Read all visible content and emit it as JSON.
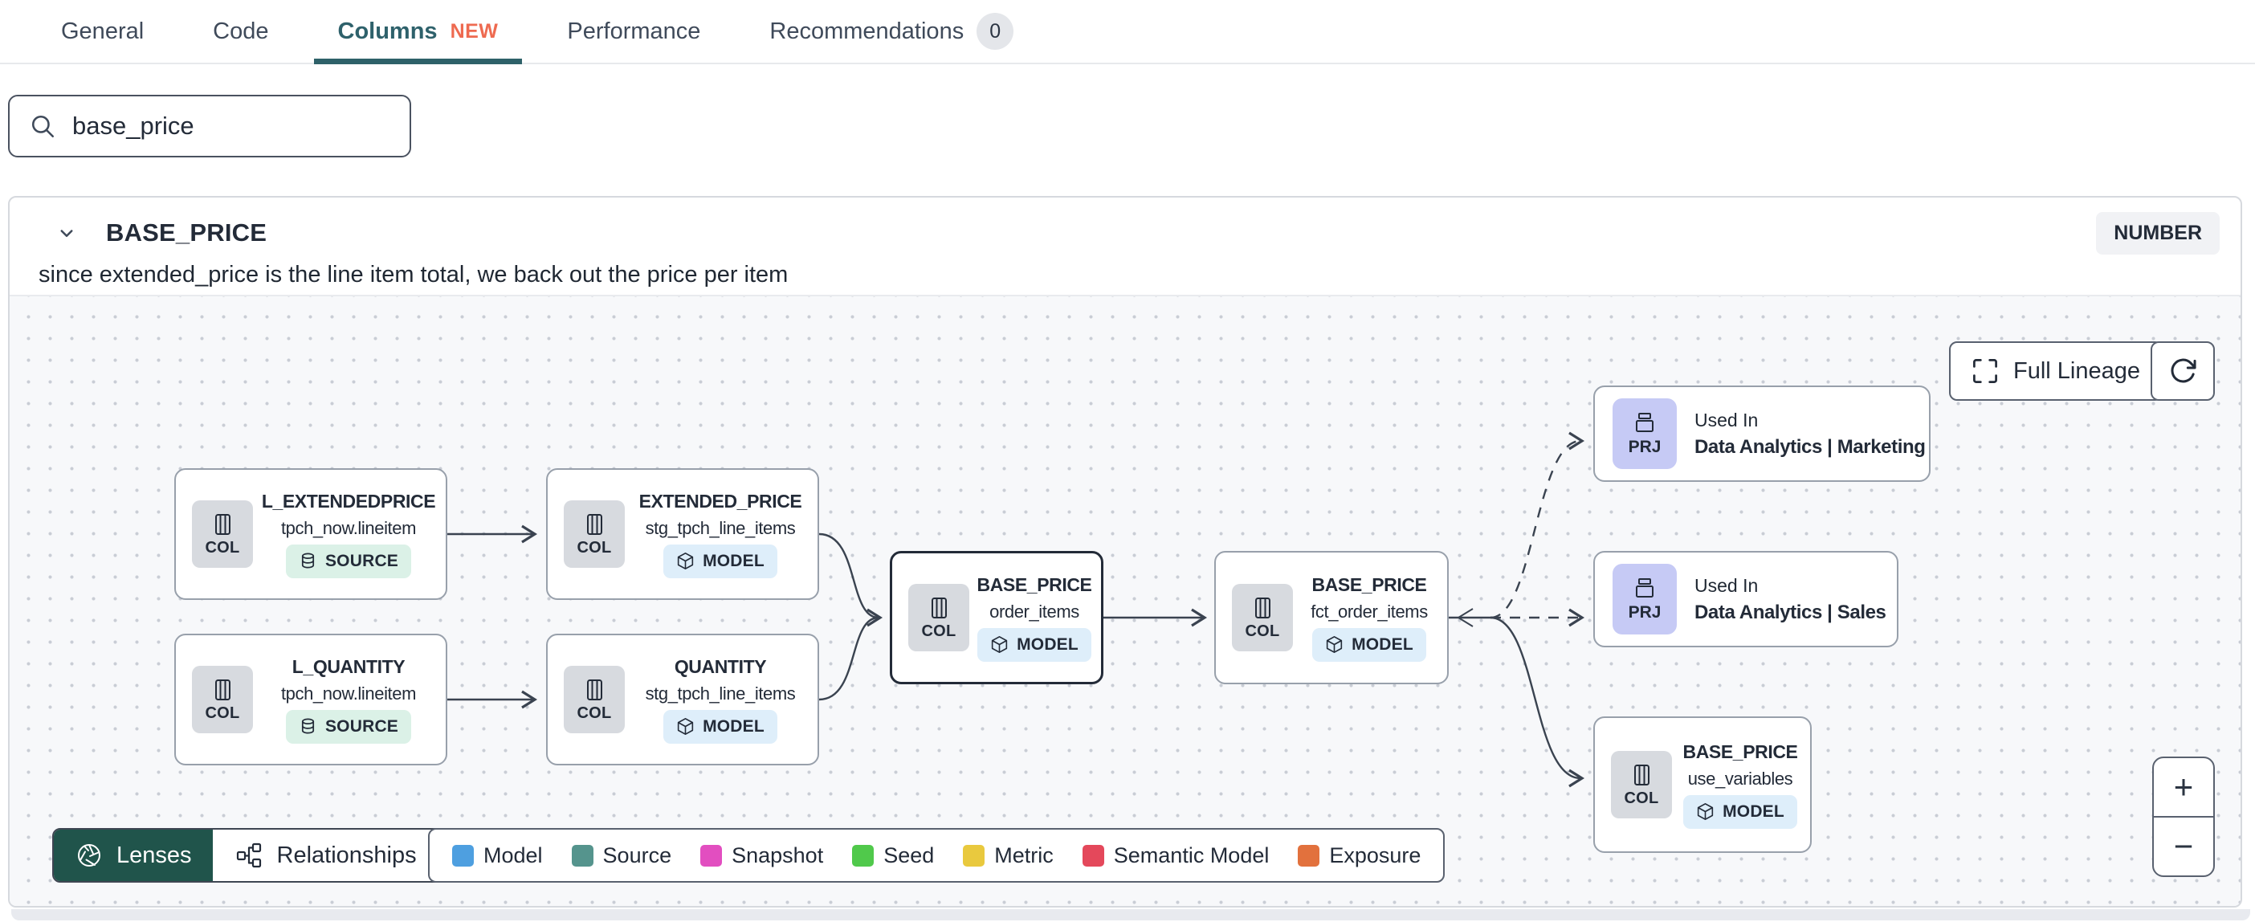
{
  "tabs": {
    "items": [
      {
        "label": "General"
      },
      {
        "label": "Code"
      },
      {
        "label": "Columns",
        "badge": "NEW"
      },
      {
        "label": "Performance"
      },
      {
        "label": "Recommendations",
        "count": "0"
      }
    ]
  },
  "search": {
    "value": "base_price"
  },
  "column_panel": {
    "name": "BASE_PRICE",
    "type": "NUMBER",
    "description": "since extended_price is the line item total, we back out the price per item"
  },
  "lineage": {
    "nodes": [
      {
        "title": "L_EXTENDEDPRICE",
        "subtitle": "tpch_now.lineitem",
        "icon_label": "COL",
        "badge": "SOURCE"
      },
      {
        "title": "EXTENDED_PRICE",
        "subtitle": "stg_tpch_line_items",
        "icon_label": "COL",
        "badge": "MODEL"
      },
      {
        "title": "L_QUANTITY",
        "subtitle": "tpch_now.lineitem",
        "icon_label": "COL",
        "badge": "SOURCE"
      },
      {
        "title": "QUANTITY",
        "subtitle": "stg_tpch_line_items",
        "icon_label": "COL",
        "badge": "MODEL"
      },
      {
        "title": "BASE_PRICE",
        "subtitle": "order_items",
        "icon_label": "COL",
        "badge": "MODEL"
      },
      {
        "title": "BASE_PRICE",
        "subtitle": "fct_order_items",
        "icon_label": "COL",
        "badge": "MODEL"
      },
      {
        "title": "BASE_PRICE",
        "subtitle": "use_variables",
        "icon_label": "COL",
        "badge": "MODEL"
      }
    ],
    "exposures": [
      {
        "kicker": "Used In",
        "name": "Data Analytics | Marketing",
        "icon_label": "PRJ"
      },
      {
        "kicker": "Used In",
        "name": "Data Analytics | Sales",
        "icon_label": "PRJ"
      }
    ],
    "controls": {
      "full_lineage": "Full Lineage",
      "lenses": "Lenses",
      "relationships": "Relationships",
      "zoom_in": "+",
      "zoom_out": "−"
    },
    "legend": [
      {
        "label": "Model",
        "color": "#4E9FE0"
      },
      {
        "label": "Source",
        "color": "#55948D"
      },
      {
        "label": "Snapshot",
        "color": "#E24EC0"
      },
      {
        "label": "Seed",
        "color": "#50C94B"
      },
      {
        "label": "Metric",
        "color": "#E9C93E"
      },
      {
        "label": "Semantic Model",
        "color": "#E4485B"
      },
      {
        "label": "Exposure",
        "color": "#E2713D"
      }
    ],
    "colors": {
      "tab_active": "#2E616B",
      "new_badge": "#EE6A50",
      "lenses_bg": "#20544B",
      "selected_node_border": "#232B38",
      "source_badge_bg": "#DBF1E7",
      "model_badge_bg": "#DEEEFA",
      "col_box_bg": "#D7DADF",
      "prj_box_bg": "#C6CAF5"
    },
    "icons": {
      "search": "magnifier",
      "collapse": "chevron-down",
      "column": "table-columns",
      "source_badge": "database",
      "model_badge": "cube",
      "project": "archive-stack",
      "lenses": "aperture",
      "relationships": "org-chart",
      "full_lineage": "expand-corners",
      "refresh": "rotate-clockwise"
    }
  }
}
